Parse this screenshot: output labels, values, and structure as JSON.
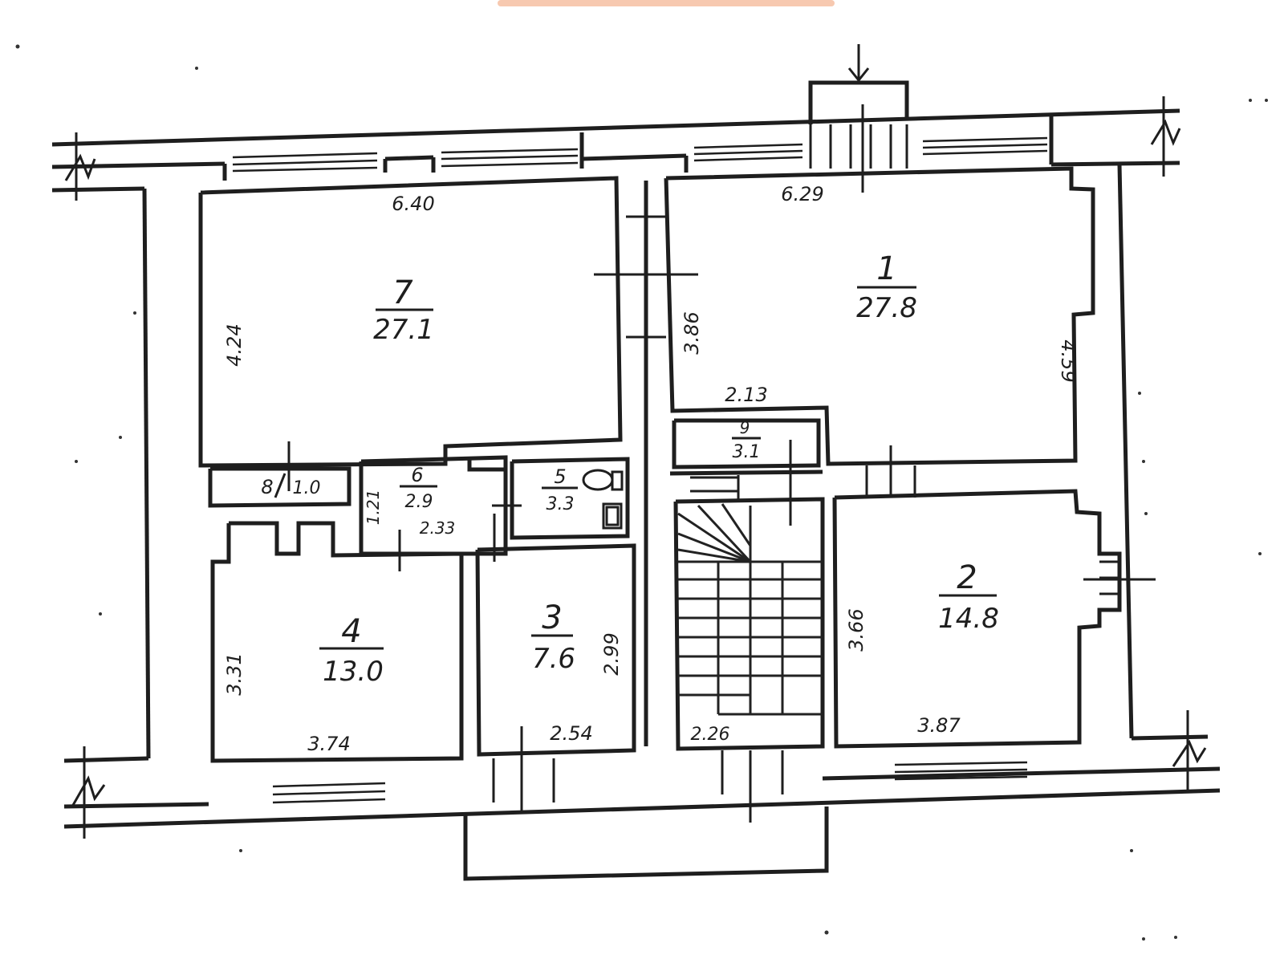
{
  "rooms": {
    "r1": {
      "number": "1",
      "area": "27.8",
      "dim_top": "6.29",
      "dim_left": "3.86",
      "dim_right": "4.59"
    },
    "r2": {
      "number": "2",
      "area": "14.8",
      "dim_left": "3.66",
      "dim_bottom": "3.87"
    },
    "r3": {
      "number": "3",
      "area": "7.6",
      "dim_right": "2.99",
      "dim_bottom": "2.54"
    },
    "r4": {
      "number": "4",
      "area": "13.0",
      "dim_left": "3.31",
      "dim_bottom": "3.74"
    },
    "r5": {
      "number": "5",
      "area": "3.3"
    },
    "r6": {
      "number": "6",
      "area": "2.9",
      "dim_left": "1.21",
      "dim_bottom": "2.33"
    },
    "r7": {
      "number": "7",
      "area": "27.1",
      "dim_top": "6.40",
      "dim_left": "4.24"
    },
    "r8": {
      "number": "8",
      "area": "1.0"
    },
    "r9": {
      "number": "9",
      "area": "3.1",
      "dim_top": "2.13"
    }
  },
  "stair": {
    "dim_bottom": "2.26"
  }
}
